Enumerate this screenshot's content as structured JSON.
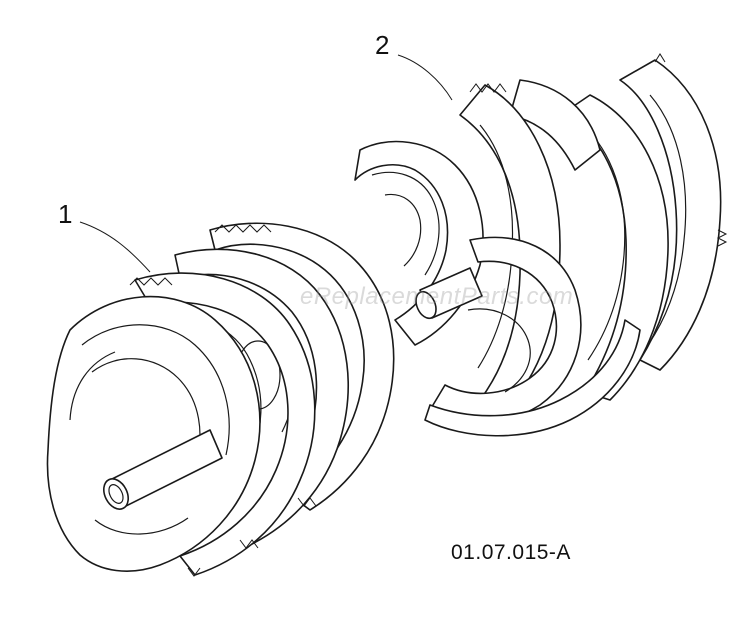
{
  "callouts": {
    "part_1": "1",
    "part_2": "2"
  },
  "drawing_code": "01.07.015-A",
  "watermark": "eReplacementParts.com",
  "colors": {
    "ink": "#1a1a1a",
    "background": "#ffffff"
  }
}
